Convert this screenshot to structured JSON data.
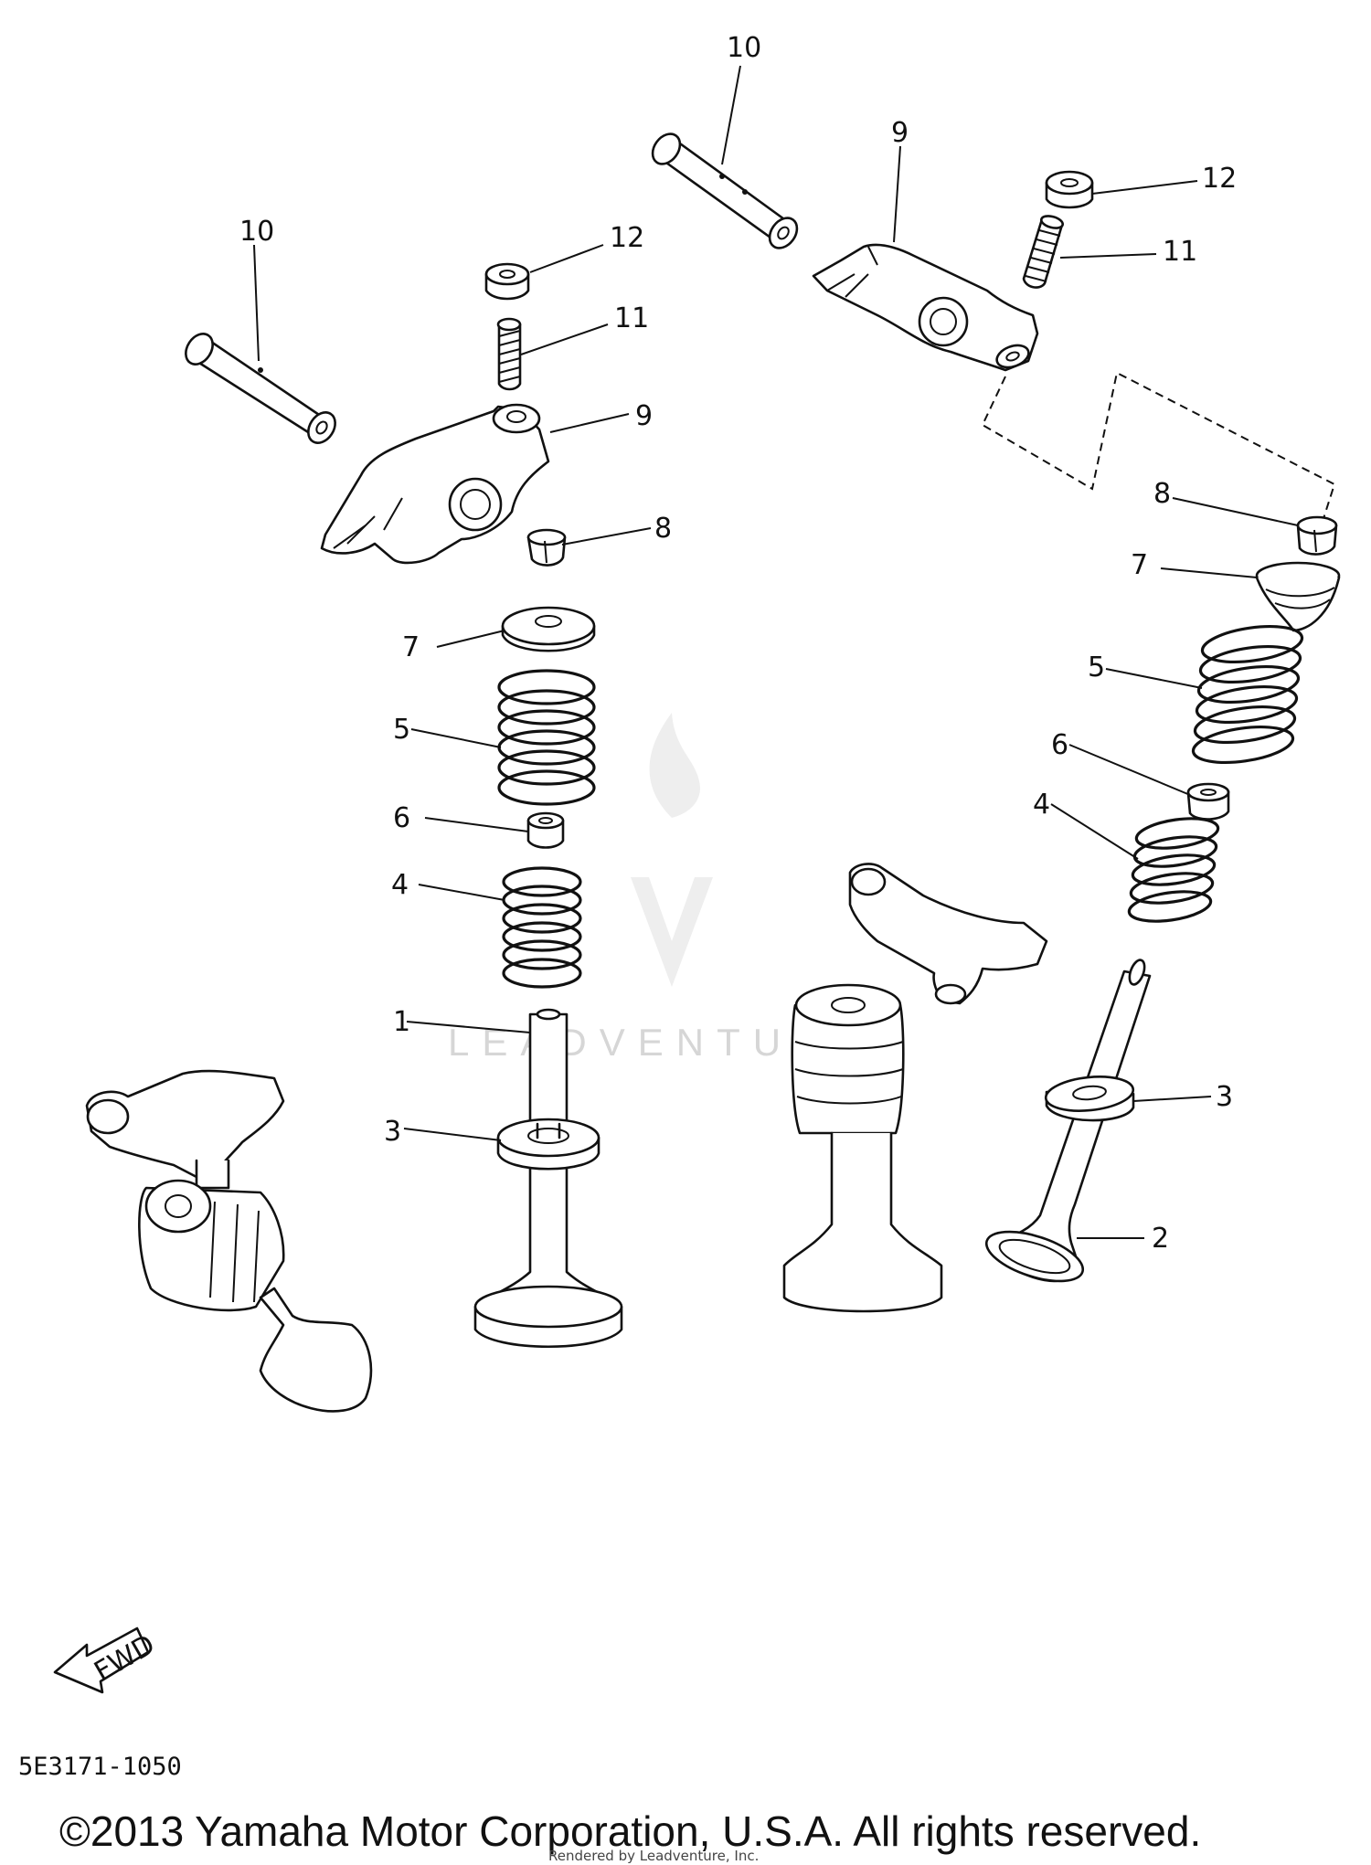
{
  "callouts": {
    "n1": "1",
    "n2": "2",
    "n3": "3",
    "n4": "4",
    "n5": "5",
    "n6": "6",
    "n7": "7",
    "n8": "8",
    "n9": "9",
    "n10": "10",
    "n11": "11",
    "n12": "12"
  },
  "direction_label": "FWD",
  "diagram_code": "5E3171-1050",
  "copyright": "©2013 Yamaha Motor Corporation, U.S.A. All rights reserved.",
  "rendered_by": "Rendered by Leadventure, Inc.",
  "watermark": {
    "brand": "LEADVENTURE"
  }
}
